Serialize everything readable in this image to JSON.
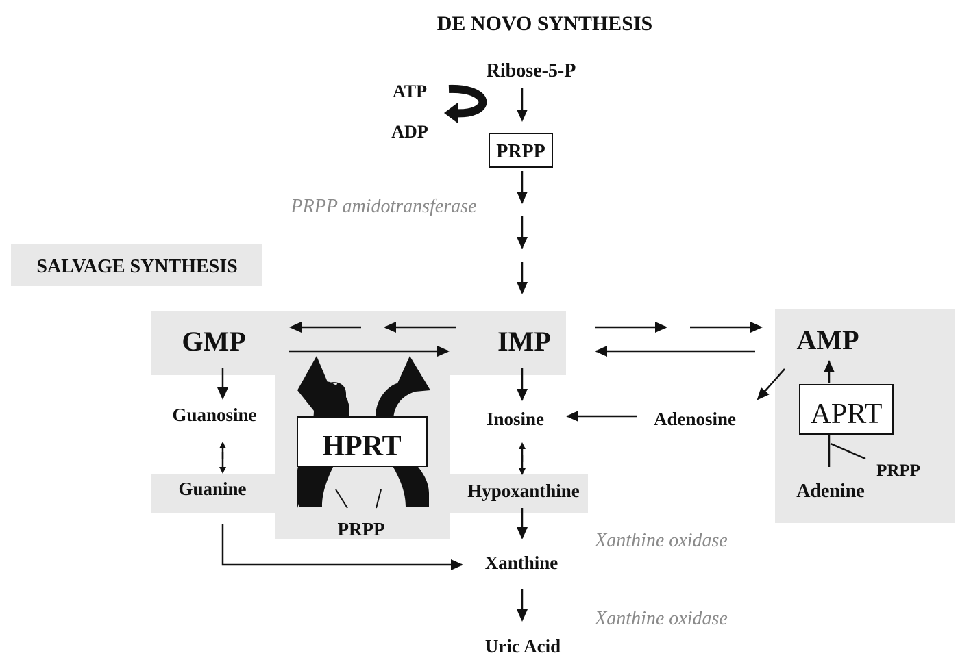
{
  "title": "DE NOVO SYNTHESIS",
  "salvage_label": "SALVAGE SYNTHESIS",
  "nodes": {
    "ribose": "Ribose-5-P",
    "atp": "ATP",
    "adp": "ADP",
    "prpp_box": "PRPP",
    "gmp": "GMP",
    "imp": "IMP",
    "amp": "AMP",
    "guanosine": "Guanosine",
    "guanine": "Guanine",
    "inosine": "Inosine",
    "adenosine": "Adenosine",
    "hypoxanthine": "Hypoxanthine",
    "xanthine": "Xanthine",
    "uric_acid": "Uric Acid",
    "adenine": "Adenine"
  },
  "enzymes": {
    "prpp_amidotransferase": "PRPP amidotransferase",
    "hprt": "HPRT",
    "aprt": "APRT",
    "xanthine_oxidase_1": "Xanthine oxidase",
    "xanthine_oxidase_2": "Xanthine oxidase"
  },
  "cofactors": {
    "prpp_hprt": "PRPP",
    "prpp_aprt": "PRPP"
  }
}
